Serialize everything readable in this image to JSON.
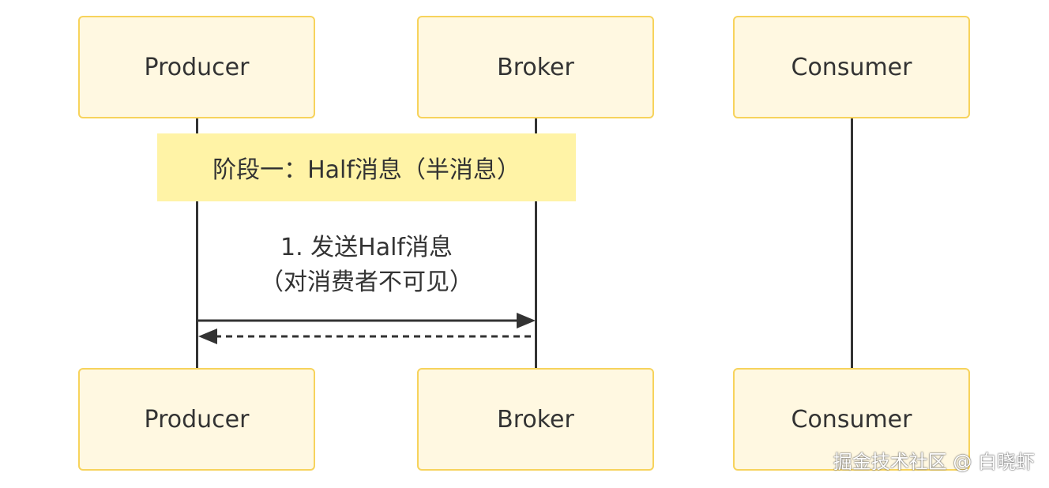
{
  "participants": [
    {
      "id": "producer",
      "label": "Producer"
    },
    {
      "id": "broker",
      "label": "Broker"
    },
    {
      "id": "consumer",
      "label": "Consumer"
    }
  ],
  "phase_note": "阶段一：Half消息（半消息）",
  "messages": [
    {
      "line1": "1. 发送Half消息",
      "line2": "（对消费者不可见）"
    }
  ],
  "watermark": "掘金技术社区 @ 白晓虾",
  "colors": {
    "box_fill": "#fff8e1",
    "box_border": "#f7d35c",
    "note_fill": "#fff3a6",
    "line": "#333333"
  }
}
